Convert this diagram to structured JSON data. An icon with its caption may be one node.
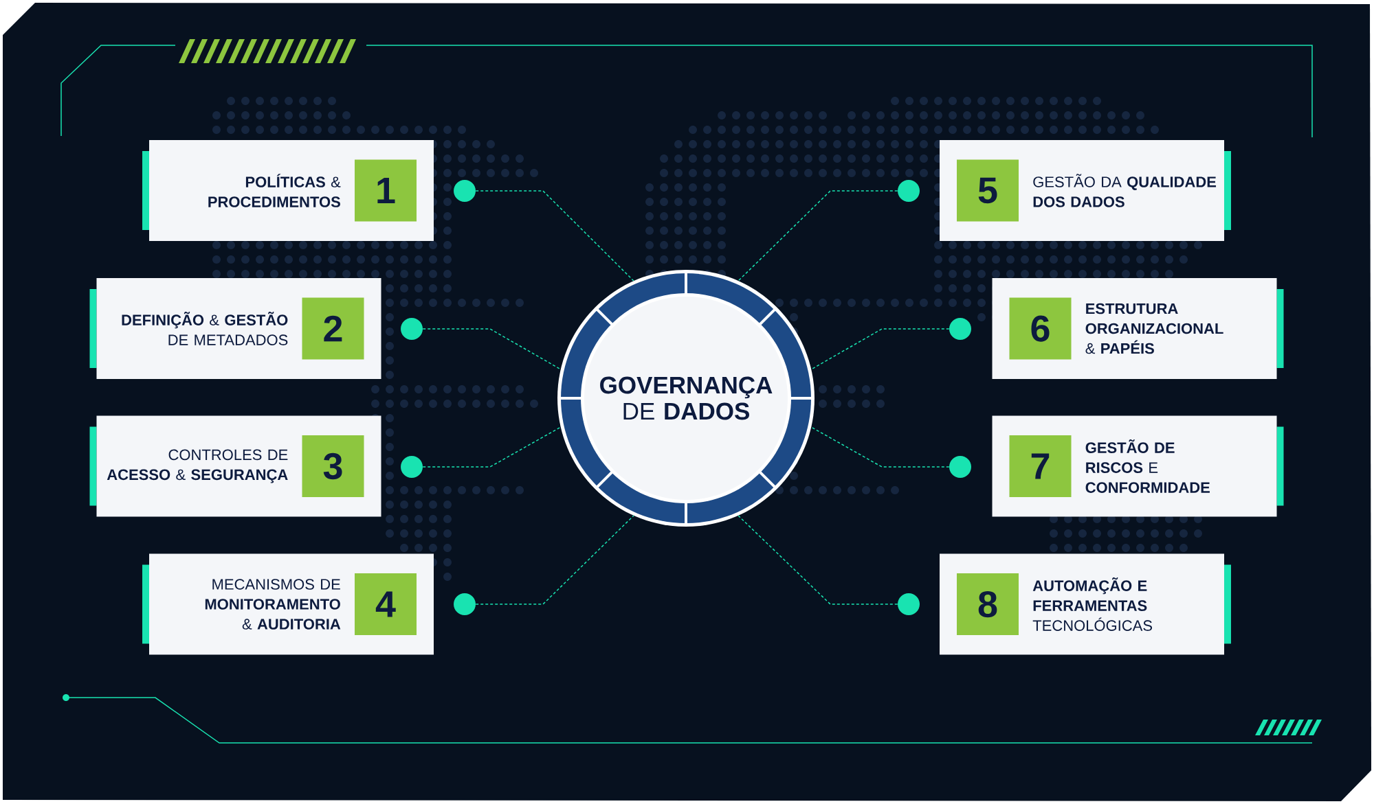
{
  "diagram": {
    "nodes": [
      {
        "text": [
          "**GOVERNANÇA** DE **DADOS**"
        ]
      },
      {
        "text": [
          "**POLÍTICAS** & **PROCEDIMENTOS**",
          "1"
        ]
      },
      {
        "text": [
          "**DEFINIÇÃO** & **GESTÃO** DE METADADOS",
          "2"
        ]
      },
      {
        "text": [
          "CONTROLES DE **ACESSO** & **SEGURANÇA**",
          "3"
        ]
      },
      {
        "text": [
          "MECANISMOS DE **MONITORAMENTO** & **AUDITORIA**",
          "4"
        ]
      },
      {
        "text": [
          "5",
          "GESTÃO DA **QUALIDADE DOS DADOS**"
        ]
      },
      {
        "text": [
          "6",
          "**ESTRUTURA ORGANIZACIONAL** & **PAPÉIS**"
        ]
      },
      {
        "text": [
          "7",
          "**GESTÃO DE RISCOS** E **CONFORMIDADE**"
        ]
      },
      {
        "text": [
          "8",
          "**AUTOMAÇÃO E FERRAMENTAS** TECNOLÓGICAS"
        ]
      },
      {
        "text": [],
        "shape": "circle"
      },
      {
        "text": [],
        "shape": "circle"
      },
      {
        "text": [],
        "shape": "circle"
      },
      {
        "text": [],
        "shape": "circle"
      },
      {
        "text": [],
        "shape": "circle"
      },
      {
        "text": [],
        "shape": "circle"
      },
      {
        "text": [],
        "shape": "circle"
      },
      {
        "text": [],
        "shape": "circle"
      }
    ],
    "edges": [
      {
        "from": 9,
        "to": 0,
        "arrow": "none",
        "style": "dashed"
      },
      {
        "from": 10,
        "to": 0,
        "arrow": "none",
        "style": "dashed"
      },
      {
        "from": 11,
        "to": 0,
        "arrow": "none",
        "style": "dashed"
      },
      {
        "from": 12,
        "to": 0,
        "arrow": "none",
        "style": "dashed"
      },
      {
        "from": 13,
        "to": 0,
        "arrow": "none",
        "style": "dashed"
      },
      {
        "from": 14,
        "to": 0,
        "arrow": "none",
        "style": "dashed"
      },
      {
        "from": 15,
        "to": 0,
        "arrow": "none",
        "style": "dashed"
      },
      {
        "from": 16,
        "to": 0,
        "arrow": "none",
        "style": "dashed"
      }
    ]
  }
}
